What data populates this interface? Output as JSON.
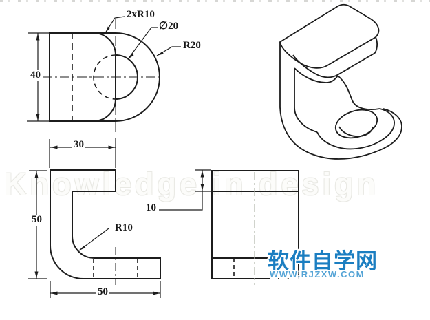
{
  "drawing": {
    "line_color": "#1c1c1c",
    "labels": {
      "two_r10": "2xR10",
      "dia20": "∅20",
      "r20": "R20",
      "d40": "40",
      "d30": "30",
      "d50_left": "50",
      "r10": "R10",
      "d50_bottom": "50",
      "d10": "10"
    }
  },
  "watermark": {
    "site_name": "软件自学网",
    "site_url": "WWW.RJZXW.COM",
    "name_color": "#1b7ec1",
    "url_color": "#55a4d6"
  },
  "background_watermark": {
    "text": "Knowledge in design"
  }
}
